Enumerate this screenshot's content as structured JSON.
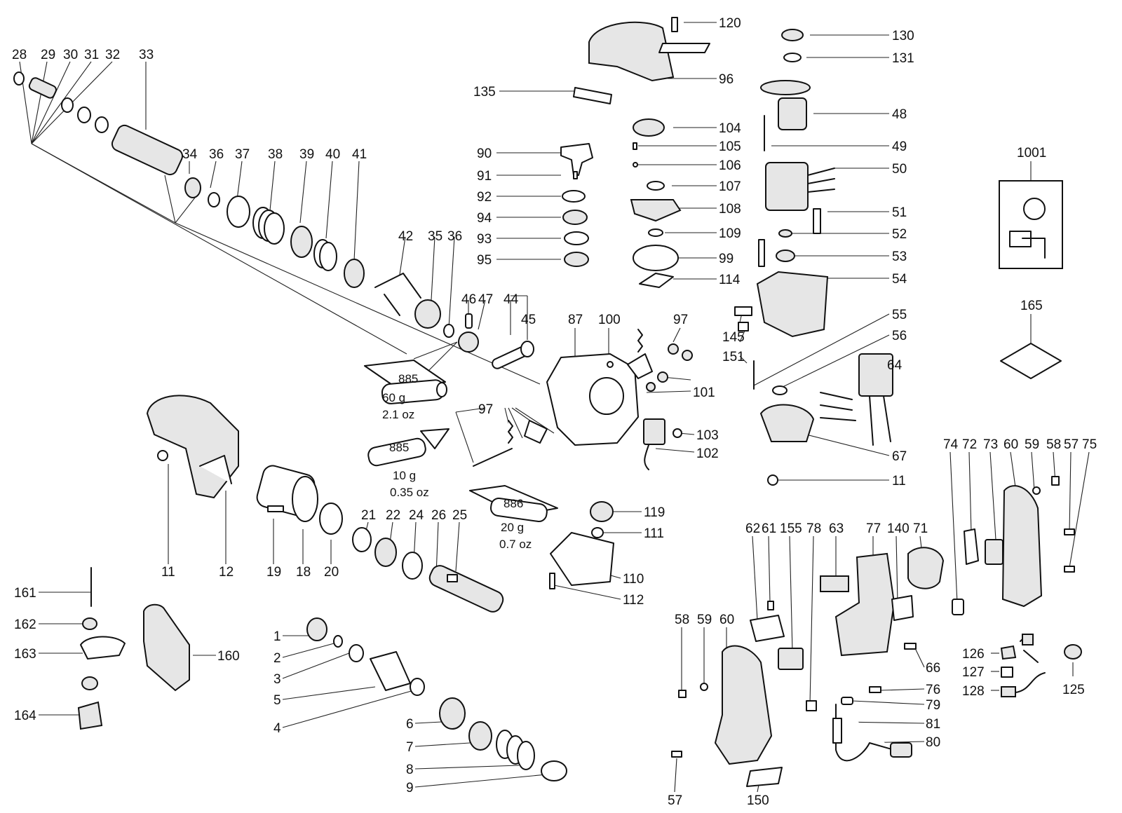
{
  "diagram": {
    "callouts": [
      {
        "id": "c28",
        "text": "28"
      },
      {
        "id": "c29",
        "text": "29"
      },
      {
        "id": "c30",
        "text": "30"
      },
      {
        "id": "c31",
        "text": "31"
      },
      {
        "id": "c32",
        "text": "32"
      },
      {
        "id": "c33",
        "text": "33"
      },
      {
        "id": "c34",
        "text": "34"
      },
      {
        "id": "c36a",
        "text": "36"
      },
      {
        "id": "c37",
        "text": "37"
      },
      {
        "id": "c38",
        "text": "38"
      },
      {
        "id": "c39",
        "text": "39"
      },
      {
        "id": "c40",
        "text": "40"
      },
      {
        "id": "c41",
        "text": "41"
      },
      {
        "id": "c42",
        "text": "42"
      },
      {
        "id": "c35",
        "text": "35"
      },
      {
        "id": "c36b",
        "text": "36"
      },
      {
        "id": "c46",
        "text": "46"
      },
      {
        "id": "c47",
        "text": "47"
      },
      {
        "id": "c44",
        "text": "44"
      },
      {
        "id": "c45",
        "text": "45"
      },
      {
        "id": "c87",
        "text": "87"
      },
      {
        "id": "c100",
        "text": "100"
      },
      {
        "id": "c97a",
        "text": "97"
      },
      {
        "id": "c101",
        "text": "101"
      },
      {
        "id": "c97b",
        "text": "97"
      },
      {
        "id": "c103",
        "text": "103"
      },
      {
        "id": "c102",
        "text": "102"
      },
      {
        "id": "c119",
        "text": "119"
      },
      {
        "id": "c111",
        "text": "111"
      },
      {
        "id": "c110",
        "text": "110"
      },
      {
        "id": "c112",
        "text": "112"
      },
      {
        "id": "c11a",
        "text": "11"
      },
      {
        "id": "c12",
        "text": "12"
      },
      {
        "id": "c19",
        "text": "19"
      },
      {
        "id": "c18",
        "text": "18"
      },
      {
        "id": "c20",
        "text": "20"
      },
      {
        "id": "c21",
        "text": "21"
      },
      {
        "id": "c22",
        "text": "22"
      },
      {
        "id": "c24",
        "text": "24"
      },
      {
        "id": "c26",
        "text": "26"
      },
      {
        "id": "c25",
        "text": "25"
      },
      {
        "id": "c161",
        "text": "161"
      },
      {
        "id": "c162",
        "text": "162"
      },
      {
        "id": "c163",
        "text": "163"
      },
      {
        "id": "c164",
        "text": "164"
      },
      {
        "id": "c160",
        "text": "160"
      },
      {
        "id": "c1",
        "text": "1"
      },
      {
        "id": "c2",
        "text": "2"
      },
      {
        "id": "c3",
        "text": "3"
      },
      {
        "id": "c5",
        "text": "5"
      },
      {
        "id": "c4",
        "text": "4"
      },
      {
        "id": "c6",
        "text": "6"
      },
      {
        "id": "c7",
        "text": "7"
      },
      {
        "id": "c8",
        "text": "8"
      },
      {
        "id": "c9",
        "text": "9"
      },
      {
        "id": "c120",
        "text": "120"
      },
      {
        "id": "c96",
        "text": "96"
      },
      {
        "id": "c135",
        "text": "135"
      },
      {
        "id": "c104",
        "text": "104"
      },
      {
        "id": "c105",
        "text": "105"
      },
      {
        "id": "c106",
        "text": "106"
      },
      {
        "id": "c107",
        "text": "107"
      },
      {
        "id": "c108",
        "text": "108"
      },
      {
        "id": "c109",
        "text": "109"
      },
      {
        "id": "c99",
        "text": "99"
      },
      {
        "id": "c114",
        "text": "114"
      },
      {
        "id": "c90",
        "text": "90"
      },
      {
        "id": "c91",
        "text": "91"
      },
      {
        "id": "c92",
        "text": "92"
      },
      {
        "id": "c94",
        "text": "94"
      },
      {
        "id": "c93",
        "text": "93"
      },
      {
        "id": "c95",
        "text": "95"
      },
      {
        "id": "c130",
        "text": "130"
      },
      {
        "id": "c131",
        "text": "131"
      },
      {
        "id": "c48",
        "text": "48"
      },
      {
        "id": "c49",
        "text": "49"
      },
      {
        "id": "c50",
        "text": "50"
      },
      {
        "id": "c51",
        "text": "51"
      },
      {
        "id": "c52",
        "text": "52"
      },
      {
        "id": "c53",
        "text": "53"
      },
      {
        "id": "c54",
        "text": "54"
      },
      {
        "id": "c55",
        "text": "55"
      },
      {
        "id": "c56",
        "text": "56"
      },
      {
        "id": "c64",
        "text": "64"
      },
      {
        "id": "c145",
        "text": "145"
      },
      {
        "id": "c151",
        "text": "151"
      },
      {
        "id": "c67",
        "text": "67"
      },
      {
        "id": "c11b",
        "text": "11"
      },
      {
        "id": "c1001",
        "text": "1001"
      },
      {
        "id": "c165",
        "text": "165"
      },
      {
        "id": "c74",
        "text": "74"
      },
      {
        "id": "c72",
        "text": "72"
      },
      {
        "id": "c73",
        "text": "73"
      },
      {
        "id": "c60a",
        "text": "60"
      },
      {
        "id": "c59a",
        "text": "59"
      },
      {
        "id": "c58a",
        "text": "58"
      },
      {
        "id": "c57a",
        "text": "57"
      },
      {
        "id": "c75",
        "text": "75"
      },
      {
        "id": "c62",
        "text": "62"
      },
      {
        "id": "c61",
        "text": "61"
      },
      {
        "id": "c155",
        "text": "155"
      },
      {
        "id": "c78",
        "text": "78"
      },
      {
        "id": "c63",
        "text": "63"
      },
      {
        "id": "c77",
        "text": "77"
      },
      {
        "id": "c140",
        "text": "140"
      },
      {
        "id": "c71",
        "text": "71"
      },
      {
        "id": "c58b",
        "text": "58"
      },
      {
        "id": "c59b",
        "text": "59"
      },
      {
        "id": "c60b",
        "text": "60"
      },
      {
        "id": "c57b",
        "text": "57"
      },
      {
        "id": "c150",
        "text": "150"
      },
      {
        "id": "c66",
        "text": "66"
      },
      {
        "id": "c76",
        "text": "76"
      },
      {
        "id": "c79",
        "text": "79"
      },
      {
        "id": "c81",
        "text": "81"
      },
      {
        "id": "c80",
        "text": "80"
      },
      {
        "id": "c126",
        "text": "126"
      },
      {
        "id": "c127",
        "text": "127"
      },
      {
        "id": "c128",
        "text": "128"
      },
      {
        "id": "c125",
        "text": "125"
      }
    ],
    "tubes": [
      {
        "id": "tube-885-large",
        "code": "885",
        "weight": "60 g",
        "imperial": "2.1 oz"
      },
      {
        "id": "tube-885-small",
        "code": "885",
        "weight": "10 g",
        "imperial": "0.35 oz"
      },
      {
        "id": "tube-886",
        "code": "886",
        "weight": "20 g",
        "imperial": "0.7 oz"
      }
    ]
  }
}
